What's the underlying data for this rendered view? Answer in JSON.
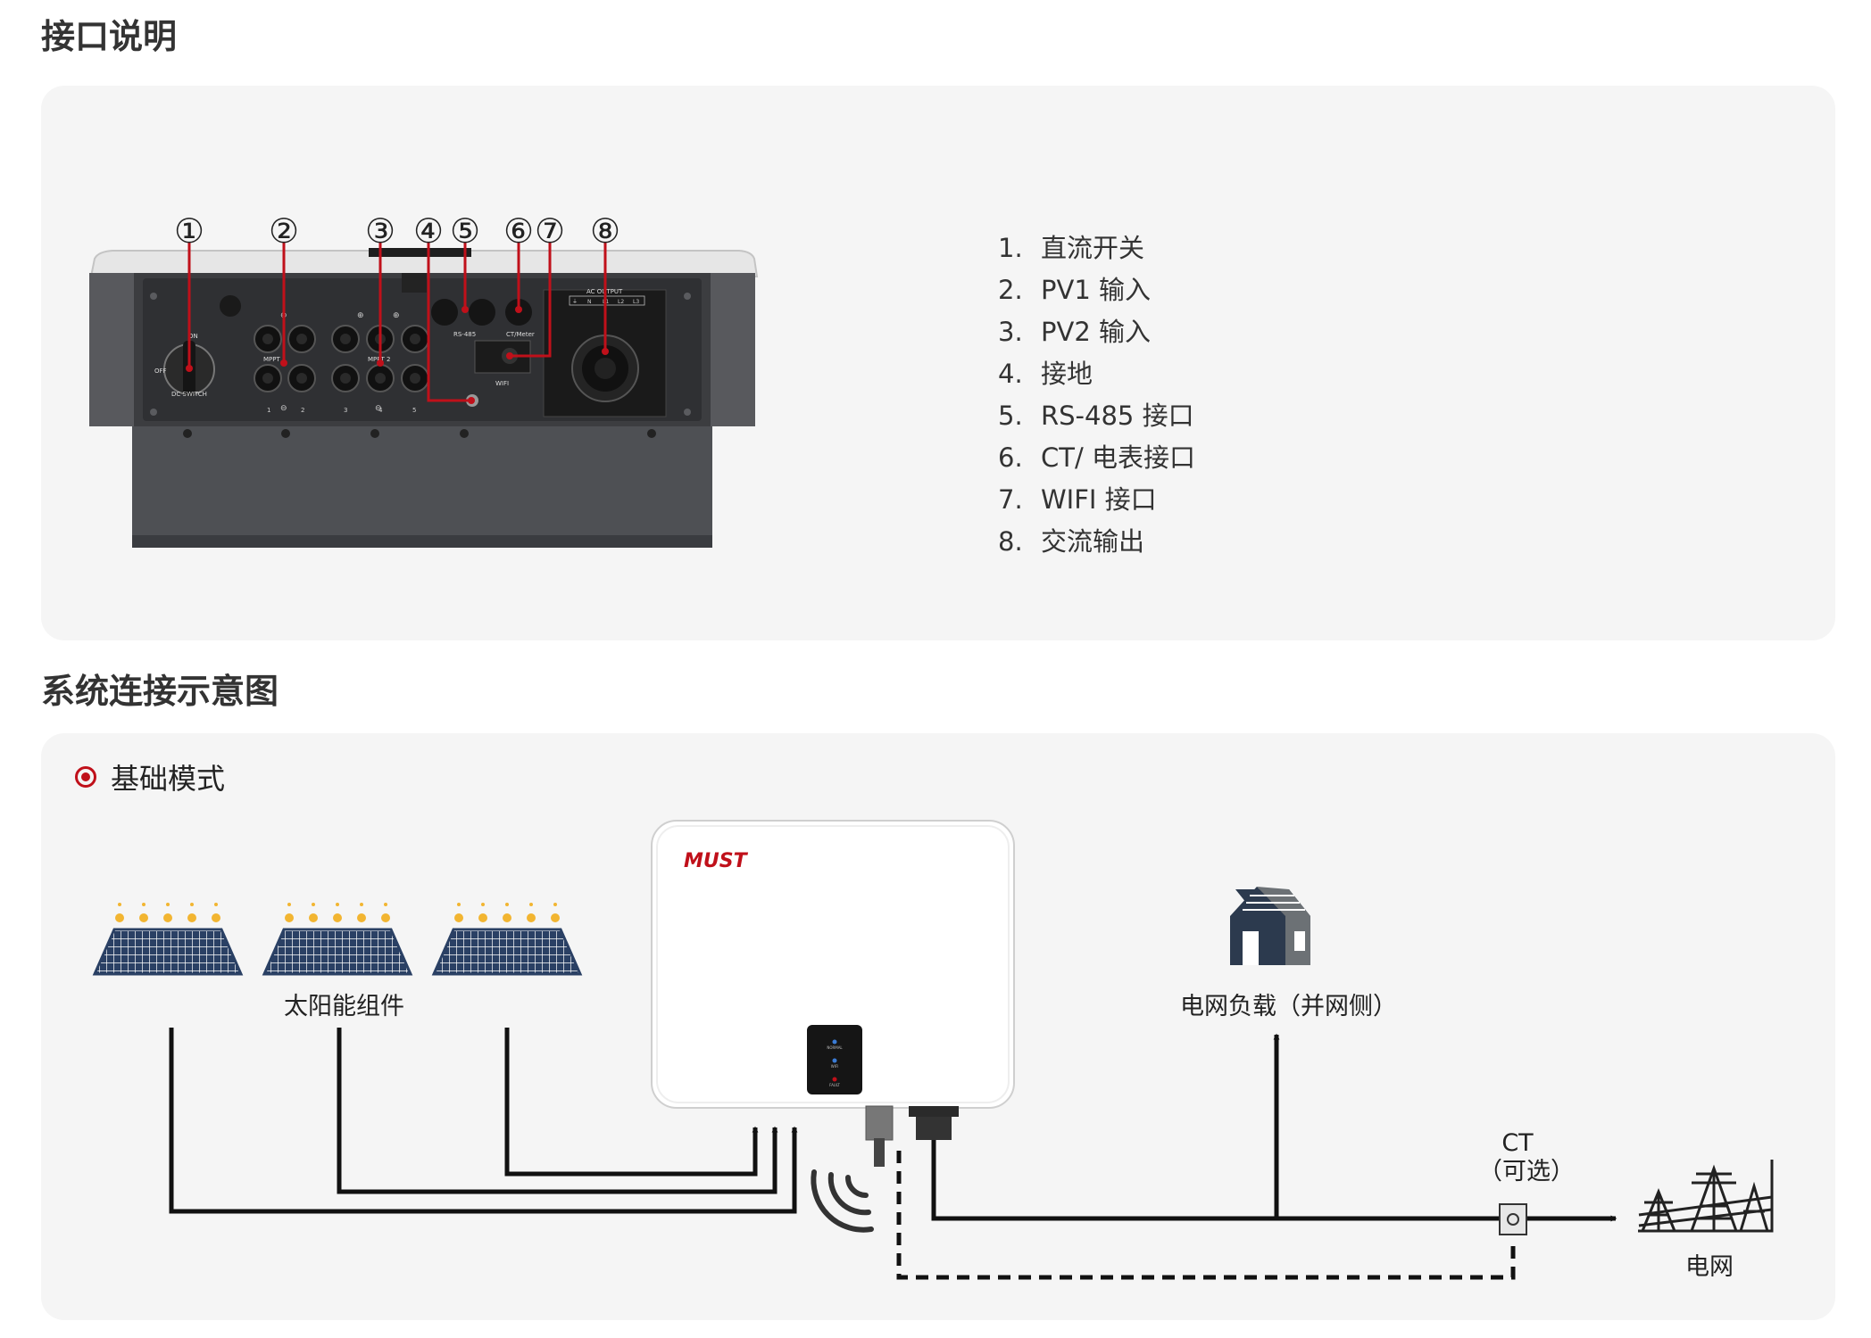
{
  "section1": {
    "title": "接口说明",
    "device_labels": {
      "on": "ON",
      "off": "OFF",
      "dc_switch": "DC SWITCH",
      "mppt1": "MPPT 1",
      "mppt2": "MPPT 2",
      "rs485": "RS-485",
      "ct_meter": "CT/Meter",
      "wifi": "WIFI",
      "ac_output": "AC OUTPUT",
      "ac_terminals": [
        "⏚",
        "N",
        "L1",
        "L2",
        "L3"
      ],
      "plus": "⊕",
      "minus": "⊖",
      "string_numbers": [
        "1",
        "2",
        "3",
        "4",
        "5"
      ]
    },
    "callouts": [
      "①",
      "②",
      "③",
      "④",
      "⑤",
      "⑥",
      "⑦",
      "⑧"
    ],
    "legend": [
      {
        "num": "1.",
        "text": "直流开关"
      },
      {
        "num": "2.",
        "text": "PV1 输入"
      },
      {
        "num": "3.",
        "text": "PV2 输入"
      },
      {
        "num": "4.",
        "text": "接地"
      },
      {
        "num": "5.",
        "text": "RS-485 接口"
      },
      {
        "num": "6.",
        "text": "CT/ 电表接口"
      },
      {
        "num": "7.",
        "text": "WIFI 接口"
      },
      {
        "num": "8.",
        "text": "交流输出"
      }
    ]
  },
  "section2": {
    "title": "系统连接示意图",
    "mode": "基础模式",
    "solar_label": "太阳能组件",
    "load_label": "电网负载（并网侧）",
    "grid_label": "电网",
    "ct_label": "CT",
    "ct_sub": "（可选）",
    "brand": "MUST",
    "led_labels": [
      "NORMAL",
      "WIFI",
      "FAULT"
    ]
  },
  "colors": {
    "accent": "#c0101a",
    "panel_bg": "#f5f5f5",
    "line": "#111111",
    "solar_blue": "#2a4064",
    "sun_dot": "#f2b531",
    "house_dark": "#2c3a4e",
    "house_light": "#6c7175"
  }
}
